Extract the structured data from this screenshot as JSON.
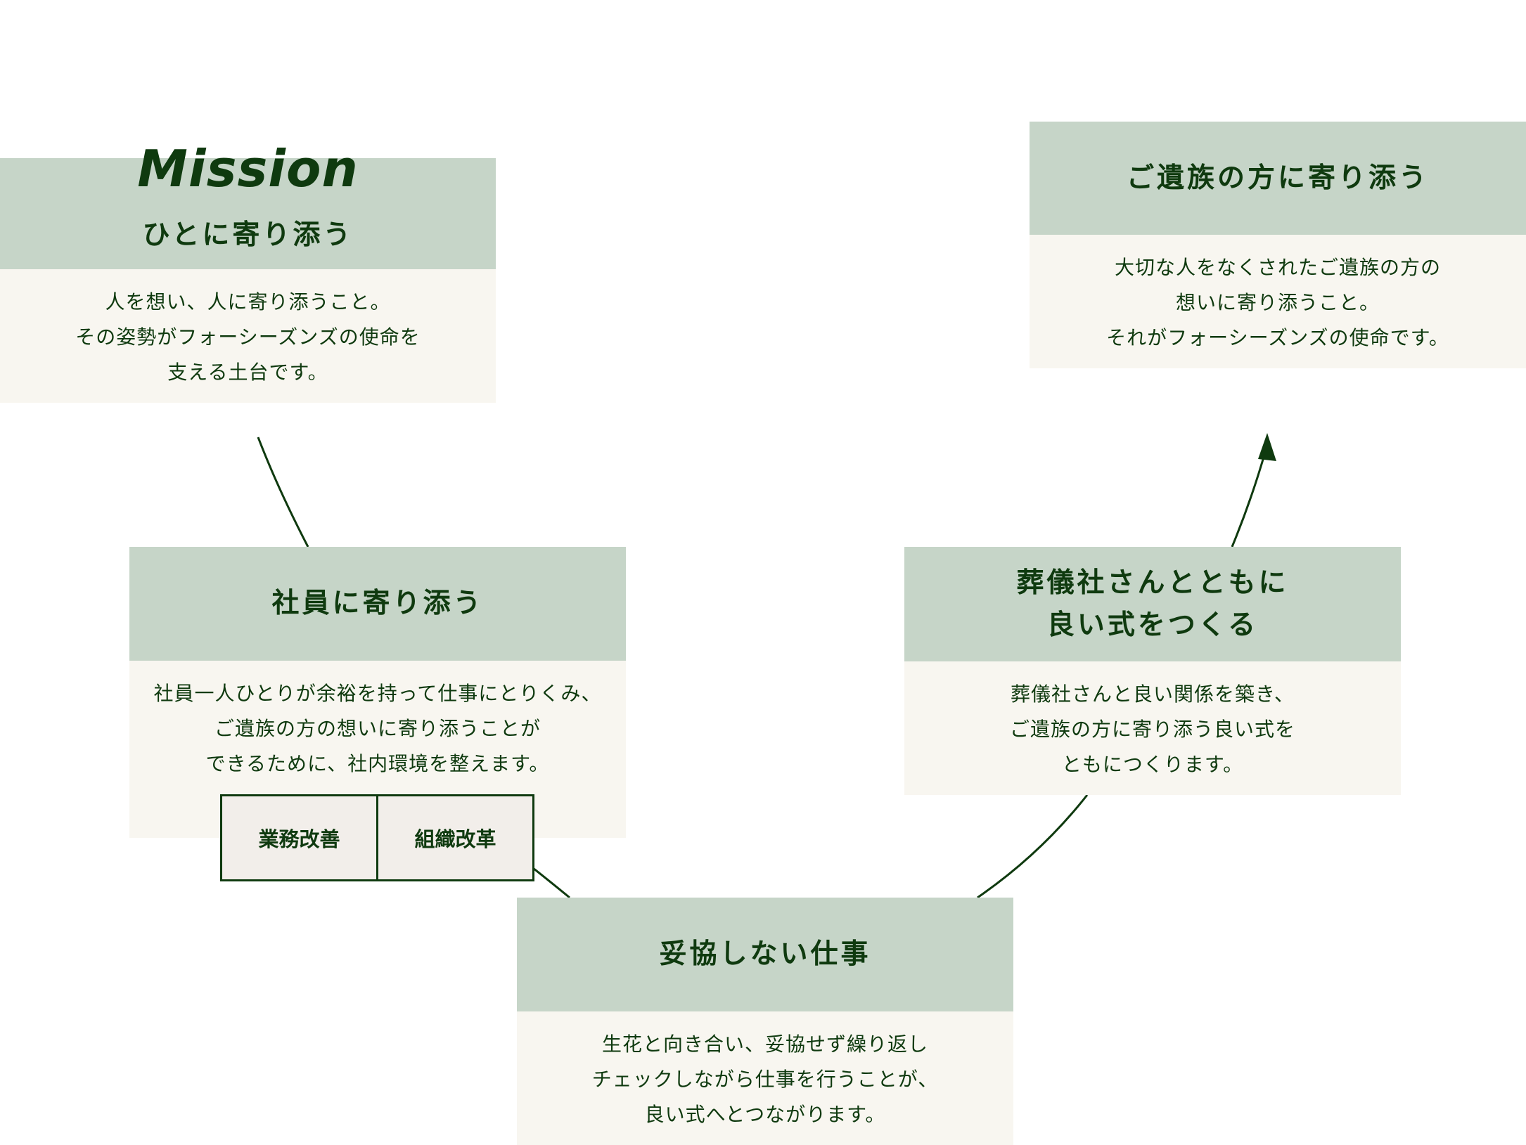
{
  "mission": {
    "label": "Mission",
    "title": "ひとに寄り添う",
    "desc": "人を想い、人に寄り添うこと。\nその姿勢がフォーシーズンズの使命を\n支える土台です。"
  },
  "bereaved": {
    "title": "ご遺族の方に寄り添う",
    "desc": "大切な人をなくされたご遺族の方の\n想いに寄り添うこと。\nそれがフォーシーズンズの使命です。"
  },
  "employees": {
    "title": "社員に寄り添う",
    "desc": "社員一人ひとりが余裕を持って仕事にとりくみ、\nご遺族の方の想いに寄り添うことが\nできるために、社内環境を整えます。",
    "tags": [
      "業務改善",
      "組織改革"
    ]
  },
  "funeral": {
    "title": "葬儀社さんとともに\n良い式をつくる",
    "desc": "葬儀社さんと良い関係を築き、\nご遺族の方に寄り添う良い式を\nともにつくります。"
  },
  "work": {
    "title": "妥協しない仕事",
    "desc": "生花と向き合い、妥協せず繰り返し\nチェックしながら仕事を行うことが、\n良い式へとつながります。"
  },
  "colors": {
    "header": "#c6d5c8",
    "body": "#f8f6f0",
    "text": "#0f3a0f",
    "tag_bg": "#f2eeea"
  }
}
